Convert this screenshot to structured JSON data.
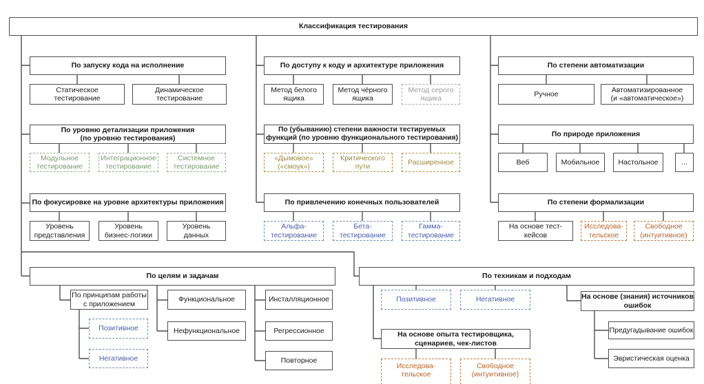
{
  "diagram": {
    "title": "Классификация тестирования",
    "colors": {
      "line": "#4d4d4d",
      "box_border": "#4d4d4d",
      "green_text": "#7b9a72",
      "olive_text": "#9c8a43",
      "orange_text": "#b4632d",
      "blue_text": "#4a5da8",
      "gray_text": "#9c9c9c"
    },
    "groups": {
      "launch": {
        "title": "По запуску кода на исполнение",
        "static": "Статическое\nтестирование",
        "dynamic": "Динамическое\nтестирование"
      },
      "detail": {
        "title": "По уровню детализации приложения\n(по уровню тестирования)",
        "unit": "Модульное\nтестирование",
        "integration": "Интеграционное\nтестирование",
        "system": "Системное\nтестирование"
      },
      "focus": {
        "title": "По фокусировке на уровне архитектуры приложения",
        "presentation": "Уровень\nпредставления",
        "business": "Уровень\nбизнес-логики",
        "data": "Уровень\nданных"
      },
      "access": {
        "title": "По доступу к коду и архитектуре приложения",
        "white": "Метод белого\nящика",
        "black": "Метод чёрного\nящика",
        "gray": "Метод серого\nящика"
      },
      "importance": {
        "title": "По (убыванию) степени важности тестируемых\nфункций (по уровню функционального тестирования)",
        "smoke": "«Дымовое»\n(«смоук»)",
        "critical": "Критического\nпути",
        "extended": "Расширенное"
      },
      "users": {
        "title": "По привлечению конечных пользователей",
        "alpha": "Альфа-\nтестирование",
        "beta": "Бета-\nтестирование",
        "gamma": "Гамма-\nтестирование"
      },
      "automation": {
        "title": "По степени автоматизации",
        "manual": "Ручное",
        "automated": "Автоматизированное\n(и «автоматическое»)"
      },
      "nature": {
        "title": "По природе приложения",
        "web": "Веб",
        "mobile": "Мобильное",
        "desktop": "Настольное",
        "more": "..."
      },
      "formalization": {
        "title": "По степени формализации",
        "cases": "На основе тест-\nкейсов",
        "exploratory": "Исследова-\nтельское",
        "free": "Свободное\n(интуитивное)"
      },
      "goals": {
        "title": "По целям и задачам",
        "principles_title": "По принципам работы\nс приложением",
        "positive": "Позитивное",
        "negative": "Негативное",
        "functional": "Функциональное",
        "nonfunctional": "Нефункциональное",
        "installation": "Инсталляционное",
        "regression": "Регрессионное",
        "repeated": "Повторное"
      },
      "tech": {
        "title": "По техникам и подходам",
        "positive": "Позитивное",
        "negative": "Негативное",
        "experience_title": "На основе опыта тестировщика,\nсценариев, чек-листов",
        "exploratory": "Исследова-\nтельское",
        "free": "Свободное\n(интуитивное)",
        "sources_title": "На основе (знания) источников ошибок",
        "guessing": "Предугадывание ошибок",
        "heuristic": "Эвристическая оценка"
      }
    }
  }
}
